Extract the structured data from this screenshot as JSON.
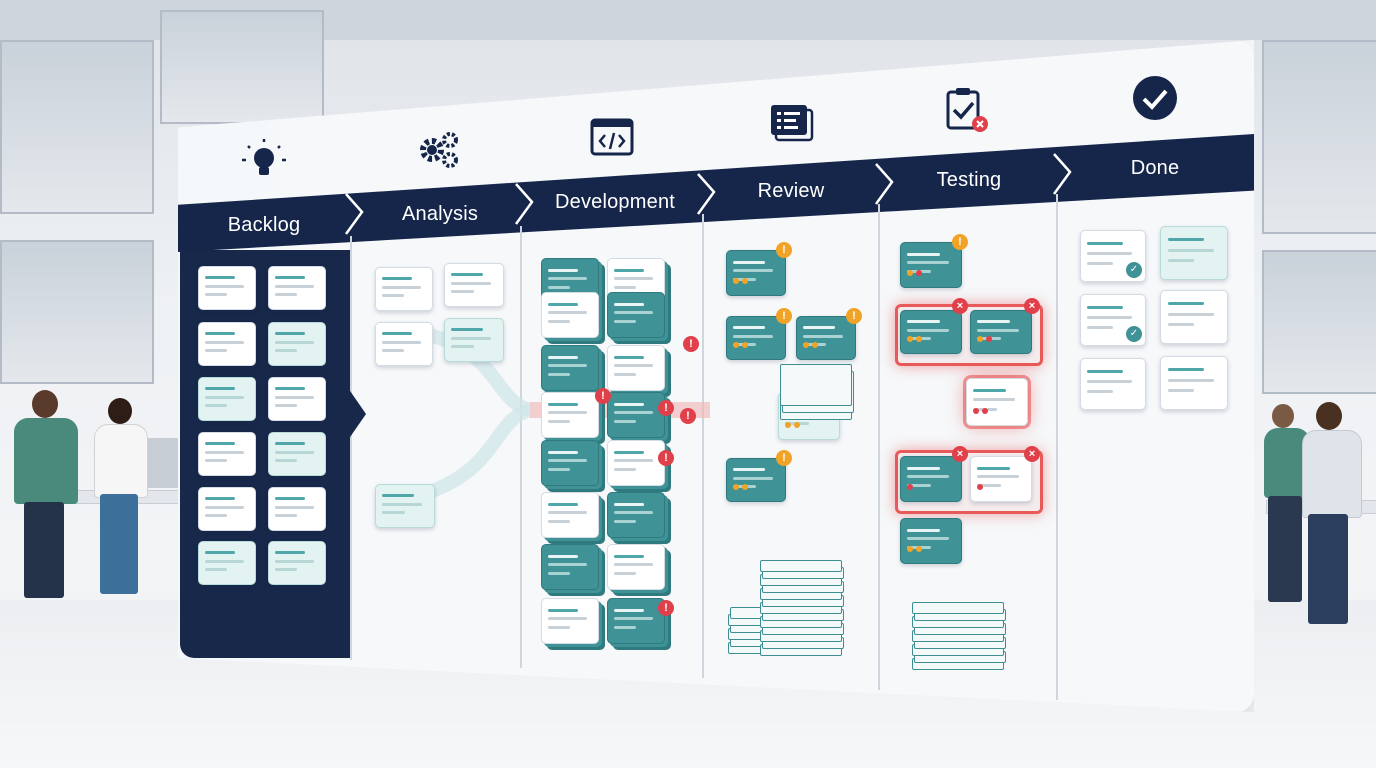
{
  "board": {
    "columns": [
      {
        "label": "Backlog",
        "icon": "lightbulb-icon"
      },
      {
        "label": "Analysis",
        "icon": "gears-icon"
      },
      {
        "label": "Development",
        "icon": "code-window-icon"
      },
      {
        "label": "Review",
        "icon": "review-list-icon"
      },
      {
        "label": "Testing",
        "icon": "clipboard-check-icon"
      },
      {
        "label": "Done",
        "icon": "checkmark-circle-icon"
      }
    ]
  },
  "colors": {
    "header": "#16264a",
    "card_teal": "#3f9296",
    "card_mint": "#e3f3f2",
    "alert_red": "#e0404a",
    "warning_amber": "#f0a326"
  },
  "badges": {
    "alert": "!",
    "error": "×",
    "done": "✓"
  }
}
